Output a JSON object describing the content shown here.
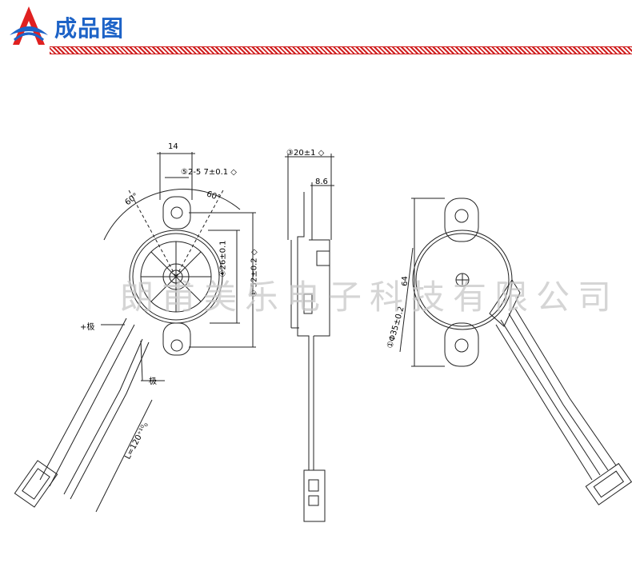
{
  "header": {
    "title": "成品图",
    "colors": {
      "title": "#1d63c7",
      "logo_red": "#e02020",
      "logo_blue": "#1d63c7",
      "divider": "#d02020"
    }
  },
  "watermark": "朗甫美乐电子科技有限公司",
  "left_view": {
    "dim_width": "14",
    "dim_hole": "⑤2-5 7±0.1 ◇",
    "angle_left": "60°",
    "angle_right": "60°",
    "dim_inner_dia": "④26±0.1",
    "dim_outer_dia": "① 52±0.2 ◇",
    "plus_pole": "+极",
    "minus_pole": "极",
    "lead_length": "L=120⁺¹⁰₀"
  },
  "side_view": {
    "dim_height": "③20±1 ◇",
    "dim_inner": "8.6"
  },
  "right_view": {
    "dim_total": "64",
    "dim_dia": "①Φ35±0.2"
  }
}
